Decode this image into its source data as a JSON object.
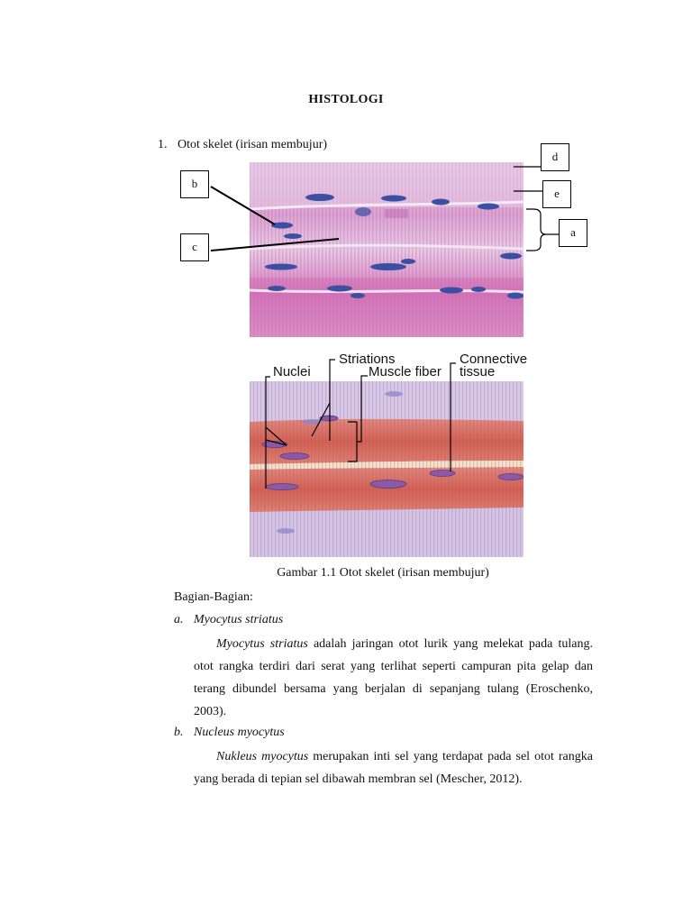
{
  "heading": "HISTOLOGI",
  "item": {
    "number": "1.",
    "text": "Otot skelet (irisan membujur)"
  },
  "figure1": {
    "labels": {
      "a": "a",
      "b": "b",
      "c": "c",
      "d": "d",
      "e": "e"
    }
  },
  "figure2": {
    "callouts": {
      "nuclei": "Nuclei",
      "striations": "Striations",
      "muscle_fiber": "Muscle fiber",
      "connective_line1": "Connective",
      "connective_line2": "tissue"
    }
  },
  "caption": "Gambar 1.1 Otot skelet (irisan membujur)",
  "section_title": "Bagian-Bagian:",
  "parts": [
    {
      "letter": "a.",
      "name": "Myocytus striatus",
      "term": "Myocytus striatus",
      "text": " adalah jaringan otot lurik yang melekat pada tulang. otot rangka terdiri dari serat yang terlihat seperti campuran pita gelap dan terang dibundel bersama yang berjalan di sepanjang tulang (Eroschenko, 2003)."
    },
    {
      "letter": "b.",
      "name": "Nucleus myocytus",
      "term": "Nukleus myocytus",
      "text": " merupakan inti sel yang terdapat pada sel otot rangka yang berada di tepian sel dibawah membran sel (Mescher, 2012)."
    }
  ],
  "colors": {
    "tissue_pink": "#d98ec4",
    "tissue_light": "#e7c3e3",
    "nucleus_blue": "#3b4fa3",
    "fiber_red": "#d86a5a",
    "nucleus_purple": "#8a5aa8"
  }
}
